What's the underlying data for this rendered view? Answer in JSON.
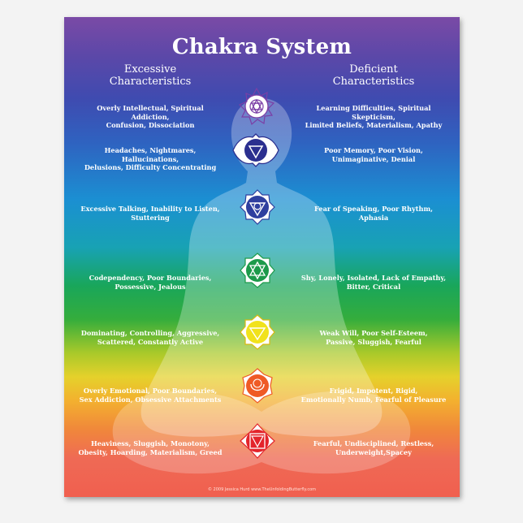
{
  "poster": {
    "title": "Chakra System",
    "excessive_heading": [
      "Excessive",
      "Characteristics"
    ],
    "deficient_heading": [
      "Deficient",
      "Characteristics"
    ],
    "credit": "© 2009 Jessica Hurd  www.TheUnfoldingButterfly.com"
  },
  "chakras": [
    {
      "excessive": [
        "Overly Intellectual, Spiritual Addiction,",
        "Confusion, Dissociation"
      ],
      "deficient": [
        "Learning Difficulties, Spiritual Skepticism,",
        "Limited Beliefs, Materialism, Apathy"
      ],
      "color": "#7b3fa6",
      "symbol": "crown-lotus"
    },
    {
      "excessive": [
        "Headaches, Nightmares, Hallucinations,",
        "Delusions, Difficulty Concentrating"
      ],
      "deficient": [
        "Poor Memory, Poor Vision,",
        "Unimaginative, Denial"
      ],
      "color": "#2b2f8f",
      "symbol": "third-eye"
    },
    {
      "excessive": [
        "Excessive Talking, Inability to Listen,",
        "Stuttering"
      ],
      "deficient": [
        "Fear of Speaking, Poor Rhythm, Aphasia"
      ],
      "color": "#2f3f9f",
      "symbol": "throat"
    },
    {
      "excessive": [
        "Codependency, Poor Boundaries,",
        "Possessive, Jealous"
      ],
      "deficient": [
        "Shy, Lonely, Isolated, Lack of Empathy,",
        "Bitter, Critical"
      ],
      "color": "#1d9a4a",
      "symbol": "heart"
    },
    {
      "excessive": [
        "Dominating, Controlling, Aggressive,",
        "Scattered, Constantly Active"
      ],
      "deficient": [
        "Weak Will, Poor Self-Esteem,",
        "Passive, Sluggish, Fearful"
      ],
      "color": "#f1e21c",
      "symbol": "solar-plexus"
    },
    {
      "excessive": [
        "Overly Emotional, Poor Boundaries,",
        "Sex Addiction, Obsessive Attachments"
      ],
      "deficient": [
        "Frigid, Impotent, Rigid,",
        "Emotionally Numb, Fearful of Pleasure"
      ],
      "color": "#ef5a25",
      "symbol": "sacral"
    },
    {
      "excessive": [
        "Heaviness, Sluggish, Monotony,",
        "Obesity, Hoarding, Materialism, Greed"
      ],
      "deficient": [
        "Fearful, Undisciplined, Restless,",
        "Underweight,Spacey"
      ],
      "color": "#e3242b",
      "symbol": "root"
    }
  ]
}
